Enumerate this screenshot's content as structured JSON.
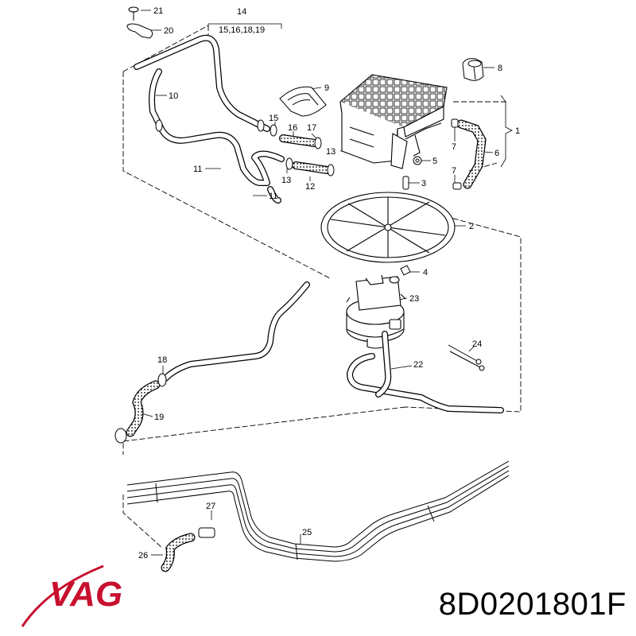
{
  "diagram": {
    "callouts": [
      {
        "id": "c21",
        "text": "21"
      },
      {
        "id": "c20",
        "text": "20"
      },
      {
        "id": "c14",
        "text": "14"
      },
      {
        "id": "c14sub",
        "text": "15,16,18,19"
      },
      {
        "id": "c10",
        "text": "10"
      },
      {
        "id": "c9",
        "text": "9"
      },
      {
        "id": "c8",
        "text": "8"
      },
      {
        "id": "c1",
        "text": "1"
      },
      {
        "id": "c15",
        "text": "15"
      },
      {
        "id": "c16",
        "text": "16"
      },
      {
        "id": "c17",
        "text": "17"
      },
      {
        "id": "c7a",
        "text": "7"
      },
      {
        "id": "c6",
        "text": "6"
      },
      {
        "id": "c13",
        "text": "13"
      },
      {
        "id": "c5",
        "text": "5"
      },
      {
        "id": "c11a",
        "text": "11"
      },
      {
        "id": "c11b",
        "text": "11"
      },
      {
        "id": "c13b",
        "text": "13"
      },
      {
        "id": "c12",
        "text": "12"
      },
      {
        "id": "c7b",
        "text": "7"
      },
      {
        "id": "c3",
        "text": "3"
      },
      {
        "id": "c2",
        "text": "2"
      },
      {
        "id": "c4",
        "text": "4"
      },
      {
        "id": "c23",
        "text": "23"
      },
      {
        "id": "c24",
        "text": "24"
      },
      {
        "id": "c18",
        "text": "18"
      },
      {
        "id": "c22",
        "text": "22"
      },
      {
        "id": "c19",
        "text": "19"
      },
      {
        "id": "c27",
        "text": "27"
      },
      {
        "id": "c25",
        "text": "25"
      },
      {
        "id": "c26",
        "text": "26"
      }
    ]
  },
  "brand": {
    "logo_text": "VAG",
    "logo_color": "#c8102e"
  },
  "part_number": "8D0201801F"
}
